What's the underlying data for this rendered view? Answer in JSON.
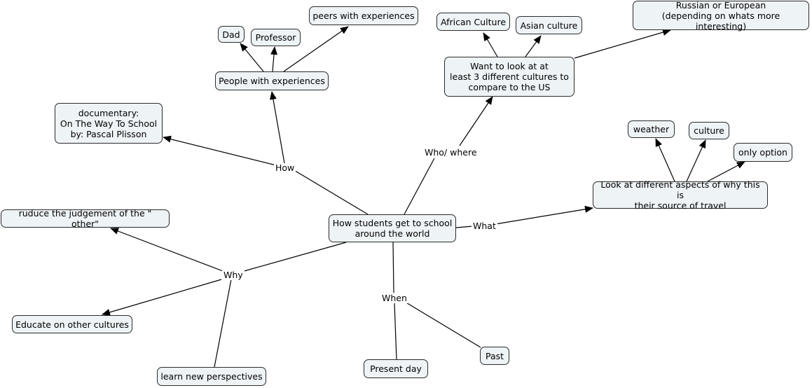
{
  "concept_map": {
    "center": "How students get to school\naround the world",
    "links": {
      "how": "How",
      "who_where": "Who/ where",
      "what": "What",
      "why": "Why",
      "when": "When"
    },
    "nodes": {
      "documentary": "documentary:\nOn The Way To School\nby: Pascal Plisson",
      "people": "People with experiences",
      "dad": "Dad",
      "professor": "Professor",
      "peers": "peers with experiences",
      "cultures": "Want to look at at\nleast 3 different cultures to\ncompare to the US",
      "african": "African Culture",
      "asian": "Asian culture",
      "russian": "Russian or European\n(depending on whats more interesting)",
      "aspects": "Look at different aspects of why this is\ntheir source of travel",
      "weather": "weather",
      "culture": "culture",
      "only_option": "only option",
      "reduce": "ruduce the judgement of the \" other\"",
      "educate": "Educate on other cultures",
      "learn": "learn new perspectives",
      "present": "Present day",
      "past": "Past"
    }
  }
}
